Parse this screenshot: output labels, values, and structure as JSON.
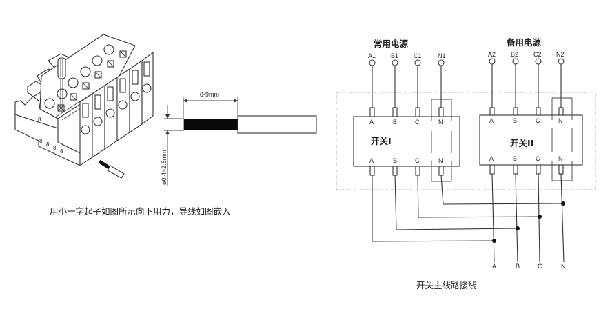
{
  "left_panel": {
    "terminal_block": {
      "icon": "terminal-block-illustration",
      "marks": [
        "8",
        "8",
        "8",
        "8",
        "8"
      ]
    },
    "wire_diagram": {
      "strip_length_label": "8-9mm",
      "diameter_label": "ø0.4~2.5mm"
    },
    "instruction_caption": "用小一字起子如图所示向下用力，导线如图嵌入"
  },
  "right_panel": {
    "normal_source": {
      "title": "常用电源",
      "terminals": [
        "A1",
        "B1",
        "C1",
        "N1"
      ]
    },
    "backup_source": {
      "title": "备用电源",
      "terminals": [
        "A2",
        "B2",
        "C2",
        "N2"
      ]
    },
    "switch_1": {
      "label": "开关I",
      "top_poles": [
        "A",
        "B",
        "C",
        "N"
      ],
      "bottom_poles": [
        "A",
        "B",
        "C",
        "N"
      ]
    },
    "switch_2": {
      "label": "开关II",
      "top_poles": [
        "A",
        "B",
        "C",
        "N"
      ],
      "bottom_poles": [
        "A",
        "B",
        "C",
        "N"
      ]
    },
    "outputs": [
      "A",
      "B",
      "C",
      "N"
    ],
    "caption": "开关主线路接线"
  }
}
